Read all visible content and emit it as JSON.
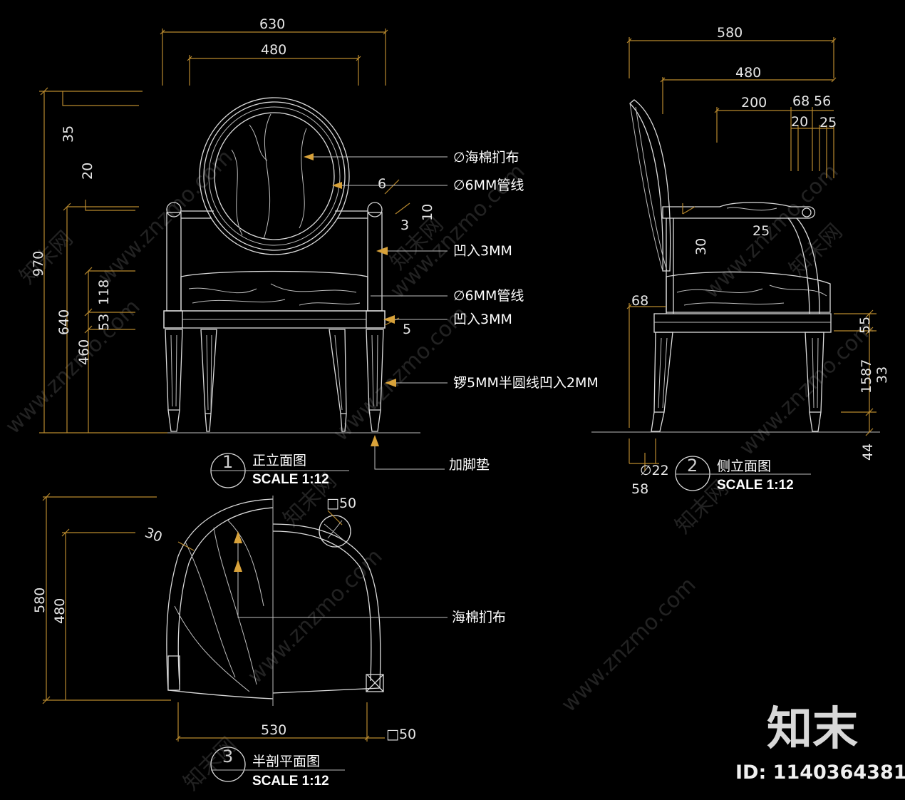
{
  "views": {
    "front": {
      "number": "1",
      "title": "正立面图",
      "scale": "SCALE 1:12"
    },
    "side": {
      "number": "2",
      "title": "侧立面图",
      "scale": "SCALE 1:12"
    },
    "plan": {
      "number": "3",
      "title": "半剖平面图",
      "scale": "SCALE 1:12"
    }
  },
  "callouts": {
    "sponge_fabric_back": "∅海棉扪布",
    "piping_6mm_top": "∅6MM管线",
    "recess_3mm_arm": "凹入3MM",
    "piping_6mm_seat": "∅6MM管线",
    "recess_3mm_rail": "凹入3MM",
    "leg_groove": "锣5MM半圆线凹入2MM",
    "foot_pad": "加脚垫",
    "sponge_fabric_plan": "海棉扪布"
  },
  "dimensions": {
    "front": {
      "overall_width": "630",
      "back_width": "480",
      "top_35": "35",
      "top_20": "20",
      "height_970": "970",
      "height_640": "640",
      "height_460": "460",
      "seat_118": "118",
      "seat_53": "53",
      "arm_6": "6",
      "arm_10": "10",
      "arm_3": "3",
      "rail_5": "5"
    },
    "side": {
      "overall_depth": "580",
      "depth_480": "480",
      "d_200": "200",
      "d_68": "68",
      "d_56": "56",
      "d_20": "20",
      "d_25": "25",
      "arm_30": "30",
      "arm_25": "25",
      "back_68": "68",
      "r_55": "55",
      "r_33": "33",
      "r_44": "44",
      "r_mix": "1587",
      "foot_22": "∅22",
      "foot_58": "58"
    },
    "plan": {
      "depth_580": "580",
      "depth_480": "480",
      "corner_30": "30",
      "width_530": "530",
      "post_50_top": "□50",
      "post_50_bottom": "□50"
    }
  },
  "watermarks": {
    "site_text": "www.znzmo.com",
    "brand_short": "知末网",
    "brand": "知末",
    "id_label": "ID: 1140364381"
  },
  "colors": {
    "background": "#000000",
    "outline": "#dcdcdc",
    "dimension_line": "#b8892e",
    "arrow": "#d8a23a",
    "text": "#ffffff"
  }
}
